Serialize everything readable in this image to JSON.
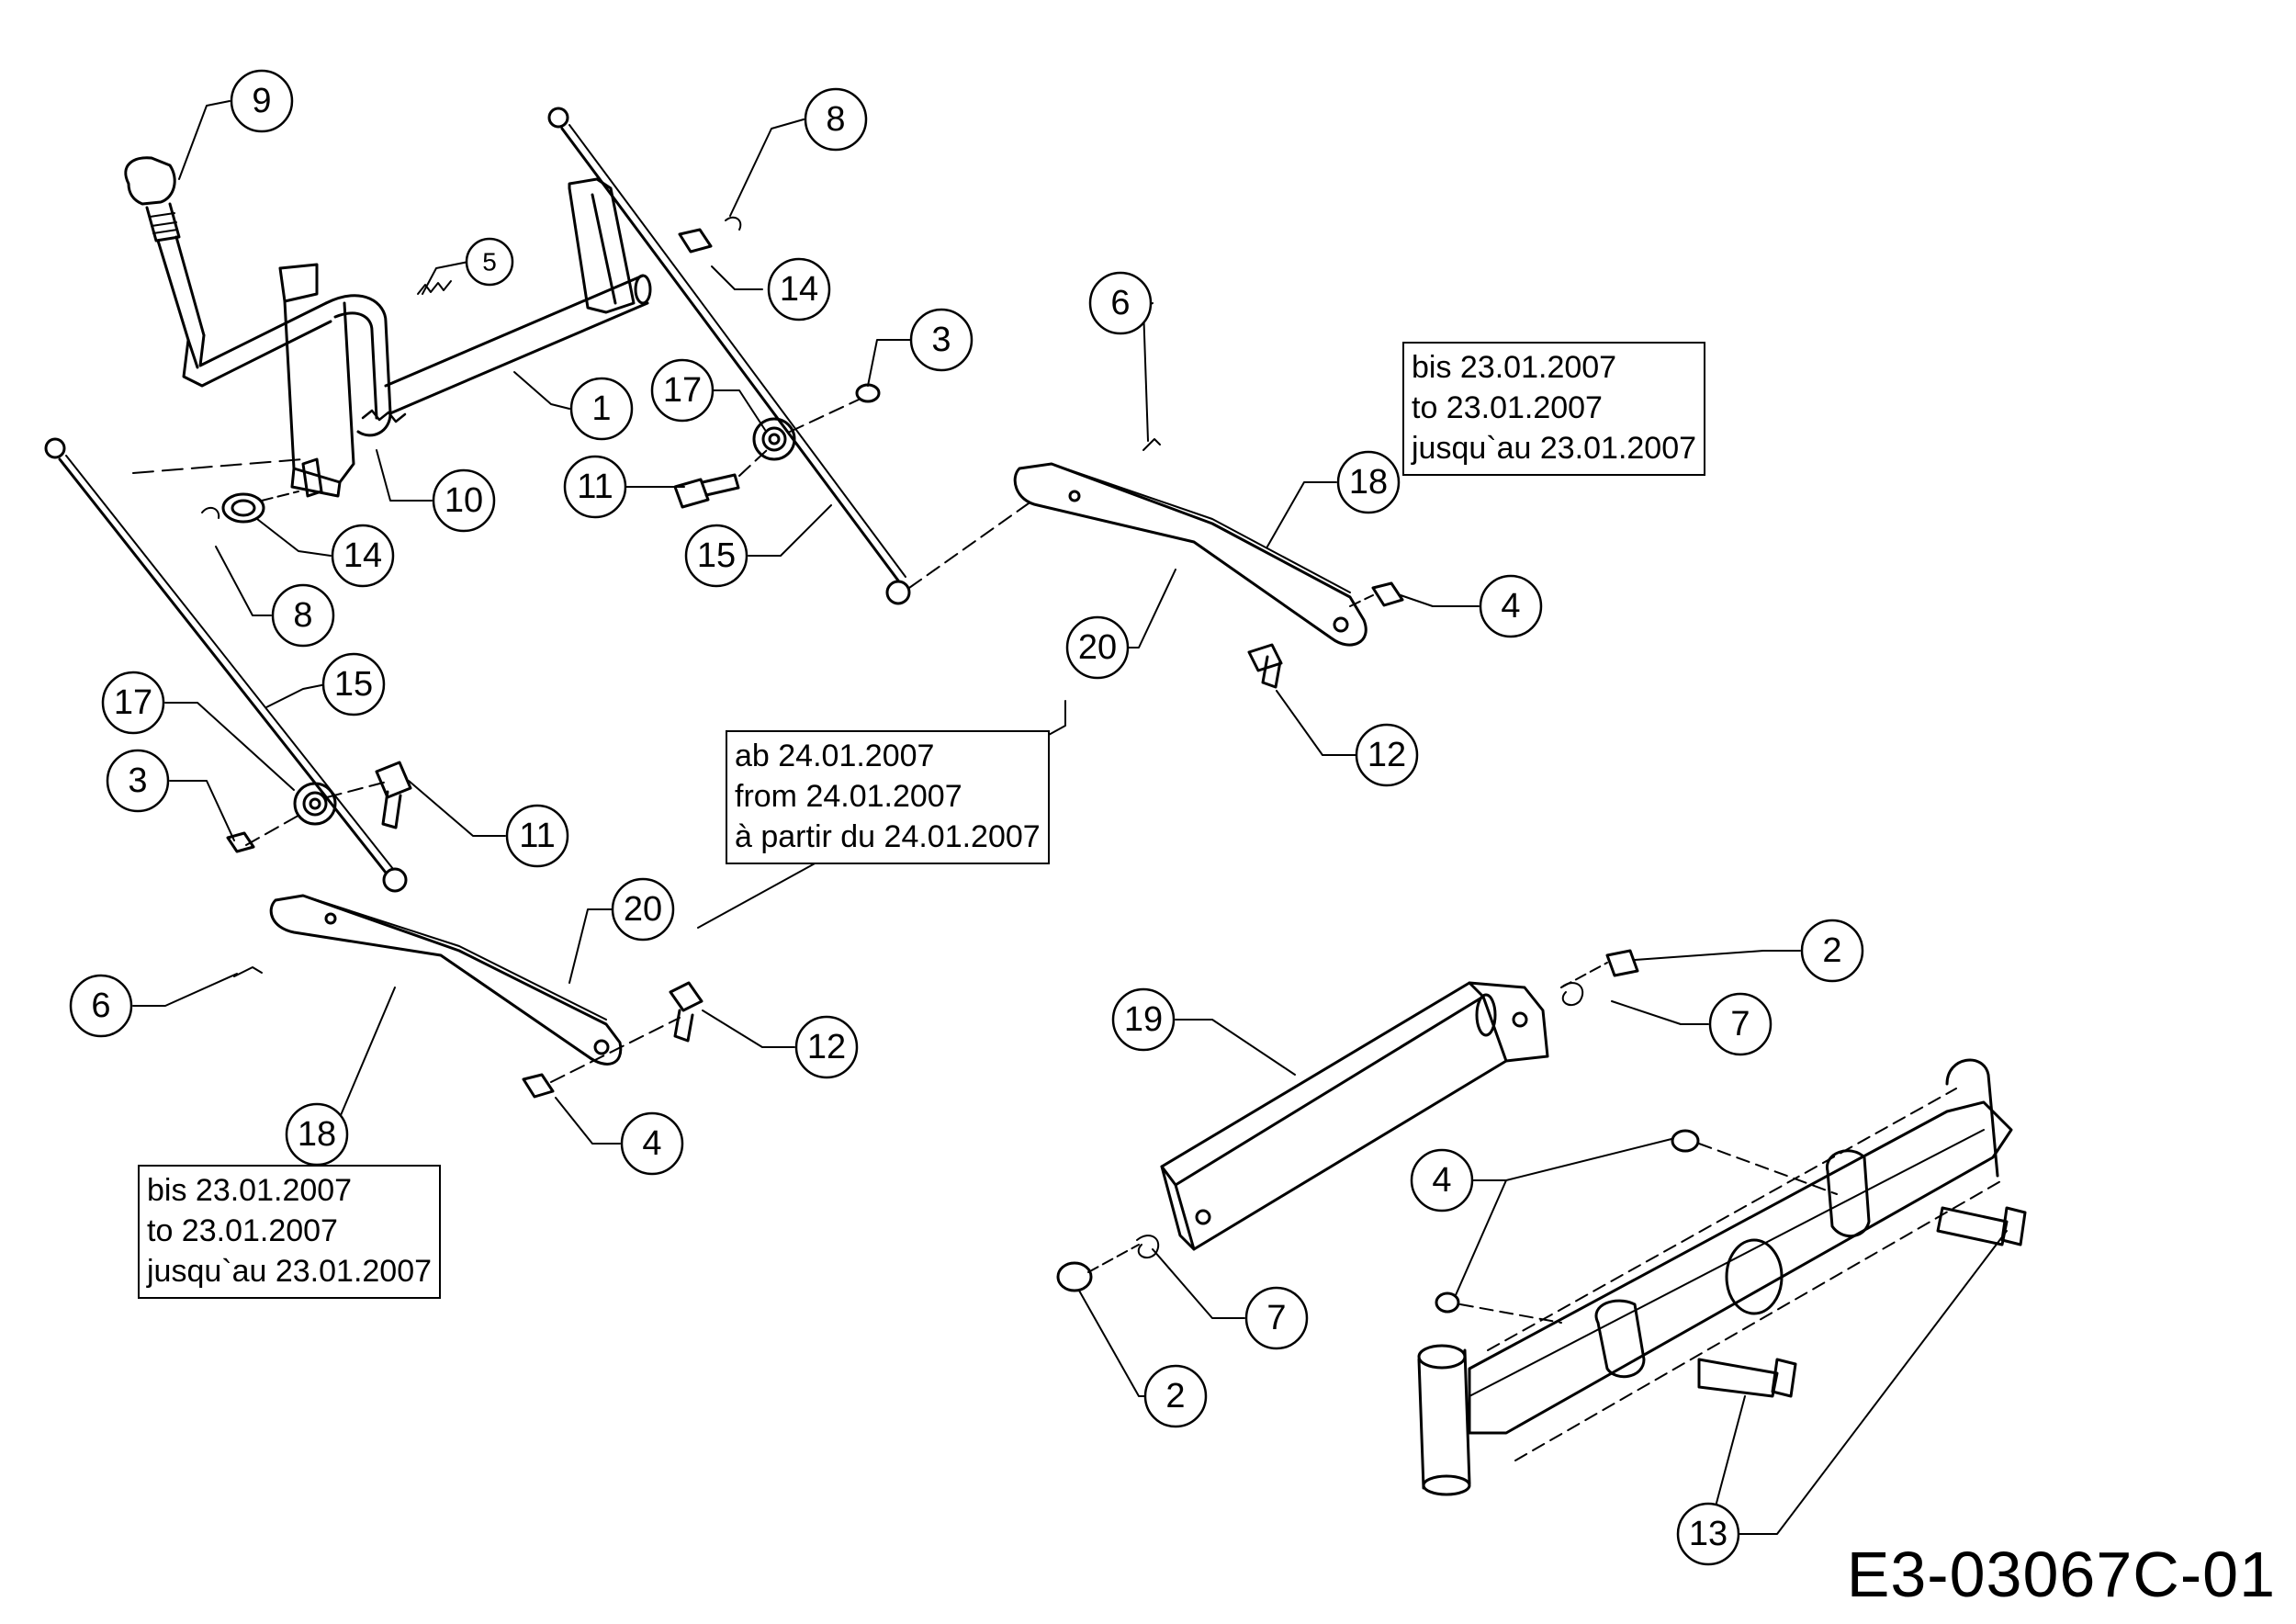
{
  "callouts": {
    "c9": "9",
    "c8a": "8",
    "c5": "5",
    "c14a": "14",
    "c3a": "3",
    "c17a": "17",
    "c1": "1",
    "c11a": "11",
    "c10": "10",
    "c14b": "14",
    "c8b": "8",
    "c15a": "15",
    "c6a": "6",
    "c18a": "18",
    "c4a": "4",
    "c20a": "20",
    "c12a": "12",
    "c15b": "15",
    "c17b": "17",
    "c3b": "3",
    "c11b": "11",
    "c20b": "20",
    "c6b": "6",
    "c12b": "12",
    "c18b": "18",
    "c4b": "4",
    "c2a": "2",
    "c19": "19",
    "c7a": "7",
    "c4c": "4",
    "c7b": "7",
    "c2b": "2",
    "c13": "13"
  },
  "notes": {
    "top_right": [
      "bis 23.01.2007",
      "to 23.01.2007",
      "jusqu`au 23.01.2007"
    ],
    "middle": [
      "ab 24.01.2007",
      "from 24.01.2007",
      "à partir du 24.01.2007"
    ],
    "bottom_left": [
      "bis 23.01.2007",
      "to 23.01.2007",
      "jusqu`au 23.01.2007"
    ]
  },
  "drawing_code": "E3-03067C-01"
}
